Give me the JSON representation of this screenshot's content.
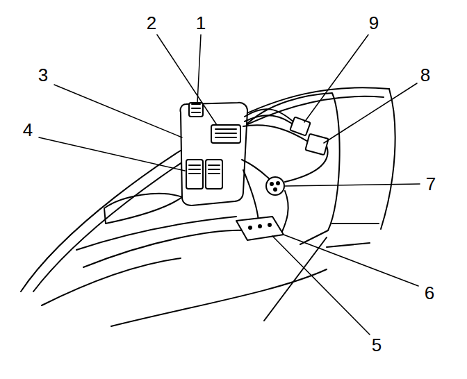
{
  "diagram": {
    "labels": [
      "2",
      "1",
      "9",
      "3",
      "8",
      "4",
      "7",
      "6",
      "5"
    ]
  }
}
